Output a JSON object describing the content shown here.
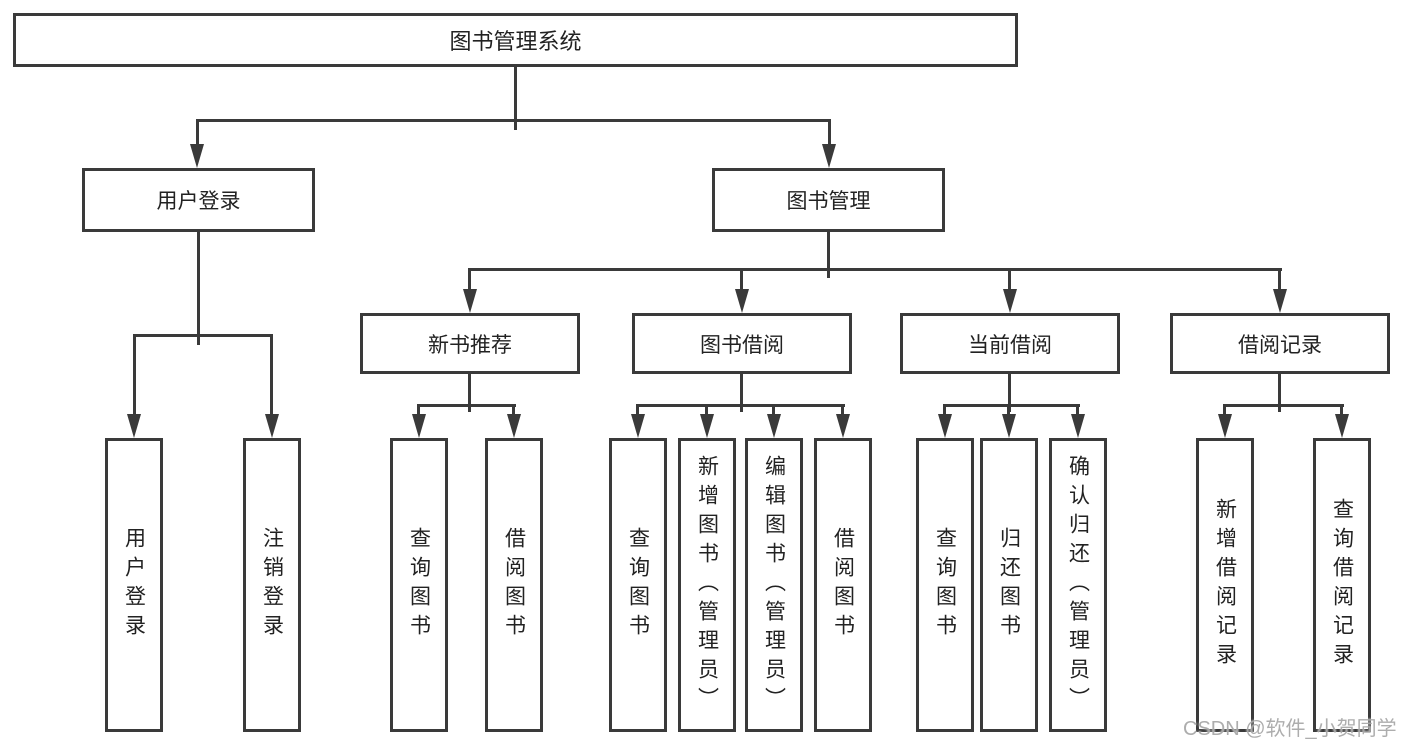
{
  "tree": {
    "root": {
      "label": "图书管理系统",
      "children": [
        {
          "label": "用户登录",
          "children": [
            {
              "label": "用户登录"
            },
            {
              "label": "注销登录"
            }
          ]
        },
        {
          "label": "图书管理",
          "children": [
            {
              "label": "新书推荐",
              "children": [
                {
                  "label": "查询图书"
                },
                {
                  "label": "借阅图书"
                }
              ]
            },
            {
              "label": "图书借阅",
              "children": [
                {
                  "label": "查询图书"
                },
                {
                  "label": "新增图书（管理员）"
                },
                {
                  "label": "编辑图书（管理员）"
                },
                {
                  "label": "借阅图书"
                }
              ]
            },
            {
              "label": "当前借阅",
              "children": [
                {
                  "label": "查询图书"
                },
                {
                  "label": "归还图书"
                },
                {
                  "label": "确认归还（管理员）"
                }
              ]
            },
            {
              "label": "借阅记录",
              "children": [
                {
                  "label": "新增借阅记录"
                },
                {
                  "label": "查询借阅记录"
                }
              ]
            }
          ]
        }
      ]
    }
  },
  "watermark": {
    "text": "CSDN @软件_小贺同学"
  },
  "colors": {
    "line": "#3a3a3a",
    "box_border": "#3a3a3a",
    "box_fill": "#ffffff",
    "text": "#222222",
    "watermark": "#a4a4a4"
  }
}
